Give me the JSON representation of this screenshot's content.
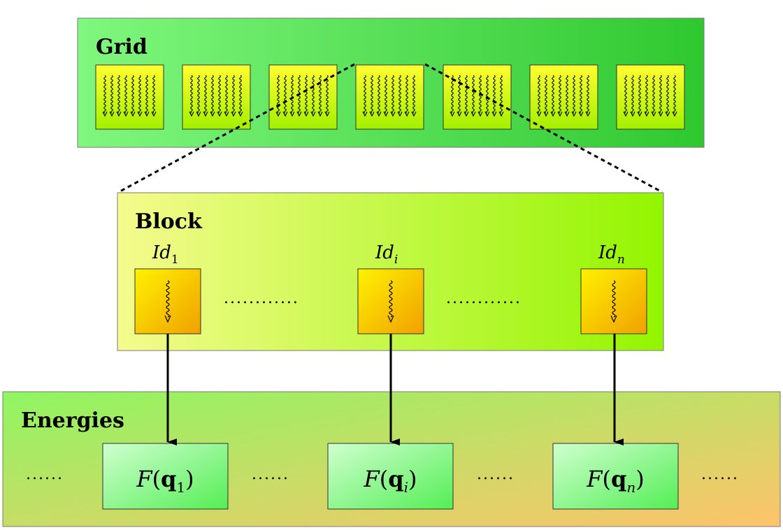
{
  "grid": {
    "title": "Grid",
    "block_count": 7
  },
  "block": {
    "title": "Block",
    "threads": [
      {
        "id_base": "Id",
        "id_sub": "1"
      },
      {
        "id_base": "Id",
        "id_sub": "i"
      },
      {
        "id_base": "Id",
        "id_sub": "n"
      }
    ],
    "separator": "............"
  },
  "energies": {
    "title": "Energies",
    "functions": [
      {
        "name": "F",
        "arg": "q",
        "sub": "1"
      },
      {
        "name": "F",
        "arg": "q",
        "sub": "i"
      },
      {
        "name": "F",
        "arg": "q",
        "sub": "n"
      }
    ],
    "separator": "......"
  },
  "colors": {
    "grid_bg_start": "#80f77e",
    "grid_bg_end": "#2fc830",
    "block_bg_start": "#f5fb8d",
    "block_bg_end": "#93f500",
    "energies_bg_start": "#8ef661",
    "energies_bg_end": "#ffc36b",
    "grid_cell_start": "#ffff30",
    "grid_cell_end": "#a4f000",
    "thread_start": "#fff200",
    "thread_end": "#f0a000",
    "function_start": "#cfffcf",
    "function_end": "#55ee55"
  }
}
